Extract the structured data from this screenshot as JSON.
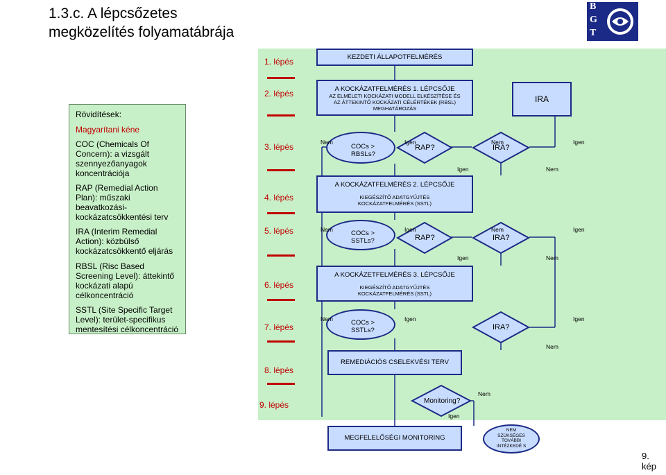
{
  "title_line1": "1.3.c. A lépcsőzetes",
  "title_line2": "megközelítés folyamatábrája",
  "logo": {
    "letters": [
      "B",
      "G",
      "T"
    ],
    "color": "#1b2a86"
  },
  "legend": {
    "heading": "Rövidítések:",
    "subheading": "Magyarítani kéne",
    "items": [
      {
        "abbr": "COC",
        "text": " (Chemicals Of Concern): a vizsgált szennyezőanyagok koncentrációja"
      },
      {
        "abbr": "RAP",
        "text": " (Remedial Action Plan): műszaki beavatkozási-kockázatcsökkentési terv"
      },
      {
        "abbr": "IRA",
        "text": " (Interim Remedial Action): közbülső kockázatcsökkentő eljárás"
      },
      {
        "abbr": "RBSL",
        "text": " (Risc Based Screening Level): áttekintő kockázati alapú célkoncentráció"
      },
      {
        "abbr": "SSTL",
        "text": " (Site Specific Target Level): terület-specifikus mentesítési célkoncentráció"
      }
    ]
  },
  "steps": [
    "1. lépés",
    "2. lépés",
    "3. lépés",
    "4. lépés",
    "5. lépés",
    "6. lépés",
    "7. lépés",
    "8. lépés",
    "9. lépés"
  ],
  "boxes": {
    "initial": "KEZDETI ÁLLAPOTFELMÉRÉS",
    "risk1_h": "A KOCKÁZATFELMÉRÉS 1. LÉPCSŐJE",
    "risk1_s": "AZ ELMÉLETI KOCKÁZATI MODELL ELKÉSZÍTÉSE ÉS AZ ÁTTEKINTŐ KOCKÁZATI CÉLÉRTÉKEK (RBSL) MEGHATÁROZÁS",
    "ira": "IRA",
    "risk2_h": "A KOCKÁZATFELMÉRÉS 2. LÉPCSŐJE",
    "risk2_s": "KIEGÉSZÍTŐ ADATGYŰJTÉS KOCKÁZATFELMÉRÉS (SSTL)",
    "risk3_h": "A KOCKÁZETFELMÉRÉS 3. LÉPCSŐJE",
    "risk3_s": "KIEGÉSZÍTŐ ADATGYŰJTÉS KOCKÁZATFELMÉRÉS (SSTL)",
    "remedial": "REMEDIÁCIÓS CSELEKVÉSI TERV",
    "monitoring": "MEGFELELŐSÉGI MONITORING",
    "no_action": "NEM SZÜKSÉGES TOVÁBBI INTÉZKEDÉ S"
  },
  "decisions": {
    "cocs_rbsl": "COCs > RBSLs?",
    "rap": "RAP?",
    "ira_q": "IRA?",
    "cocs_sstl": "COCs > SSTLs?",
    "monitoring_q": "Monitoring?"
  },
  "labels": {
    "yes": "Igen",
    "no": "Nem"
  },
  "page_number": "9. kép",
  "colors": {
    "green_bg": "#c8f0c8",
    "box_fill": "#c8dcff",
    "border": "#1b2a86",
    "red": "#c00000"
  }
}
